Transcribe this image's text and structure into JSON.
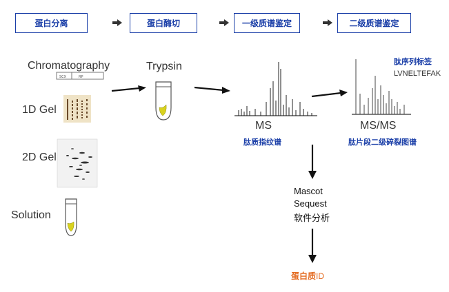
{
  "steps": [
    {
      "label": "蛋白分离"
    },
    {
      "label": "蛋白酶切"
    },
    {
      "label": "一级质谱鉴定"
    },
    {
      "label": "二级质谱鉴定"
    }
  ],
  "separation": {
    "chromatography": "Chromatography",
    "scx": "SCX",
    "rp": "RP",
    "gel1d": "1D Gel",
    "gel2d": "2D Gel",
    "solution": "Solution"
  },
  "digestion": {
    "trypsin": "Trypsin"
  },
  "ms1": {
    "title": "MS",
    "caption": "肽质指纹谱"
  },
  "ms2": {
    "tag_label": "肽序列标签",
    "sequence": "LVNELTEFAK",
    "title": "MS/MS",
    "caption": "肽片段二级碎裂图谱"
  },
  "software": {
    "line1": "Mascot",
    "line2": "Sequest",
    "line3": "软件分析"
  },
  "result": {
    "prefix": "蛋白质",
    "suffix": "ID"
  },
  "colors": {
    "blue": "#1b3fa8",
    "orange": "#e46a1f",
    "tube_yellow": "#d9d21e"
  }
}
